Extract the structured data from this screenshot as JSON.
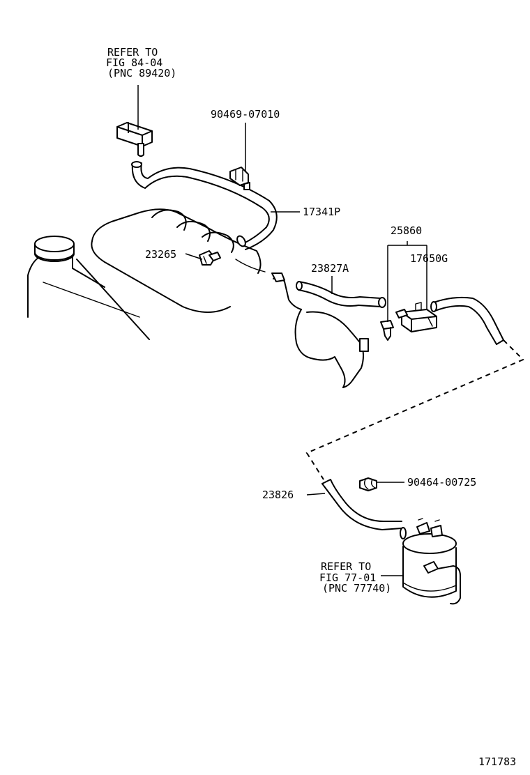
{
  "callouts": {
    "refer_sensor": [
      "REFER TO",
      "FIG 84-04",
      "(PNC 89420)"
    ],
    "clamp_upper": "90469-07010",
    "hose_17341p": "17341P",
    "vsv_25860": "25860",
    "vsv_17650g": "17650G",
    "plug_23265": "23265",
    "hose_23827a": "23827A",
    "clamp_lower": "90464-00725",
    "hose_23826": "23826",
    "refer_canister": [
      "REFER TO",
      "FIG 77-01",
      "(PNC 77740)"
    ]
  },
  "diagram_number": "171783"
}
